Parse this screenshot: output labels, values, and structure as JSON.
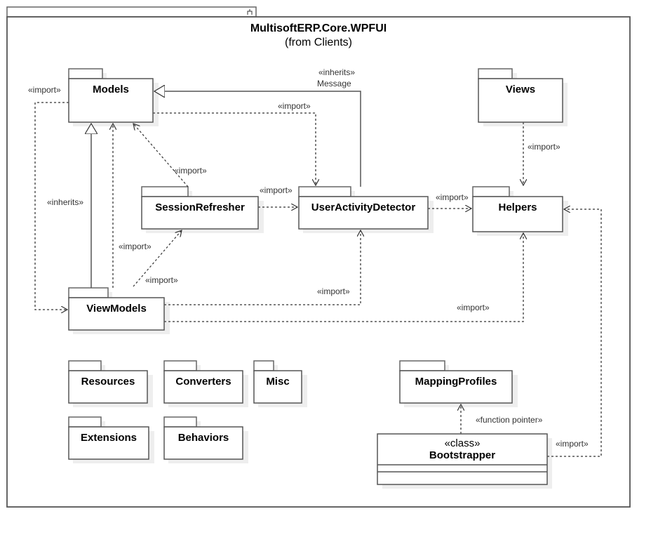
{
  "diagram": {
    "title": "MultisoftERP.Core.WPFUI",
    "subtitle": "(from Clients)",
    "packages": {
      "models": "Models",
      "views": "Views",
      "session_refresher": "SessionRefresher",
      "user_activity_detector": "UserActivityDetector",
      "helpers": "Helpers",
      "view_models": "ViewModels",
      "resources": "Resources",
      "converters": "Converters",
      "misc": "Misc",
      "extensions": "Extensions",
      "behaviors": "Behaviors",
      "mapping_profiles": "MappingProfiles"
    },
    "classes": {
      "bootstrapper": {
        "stereotype": "«class»",
        "name": "Bootstrapper"
      }
    },
    "relations": {
      "models_to_viewmodels": "«import»",
      "inherits_message_1": "«inherits»",
      "inherits_message_2": "Message",
      "models_to_uad": "«import»",
      "session_to_models": "«import»",
      "session_to_uad": "«import»",
      "uad_to_helpers": "«import»",
      "views_to_helpers": "«import»",
      "viewmodels_inherits_models": "«inherits»",
      "viewmodels_to_models": "«import»",
      "viewmodels_to_session": "«import»",
      "viewmodels_to_uad": "«import»",
      "viewmodels_to_helpers": "«import»",
      "bootstrapper_to_mapping": "«function pointer»",
      "bootstrapper_to_helpers": "«import»"
    }
  }
}
